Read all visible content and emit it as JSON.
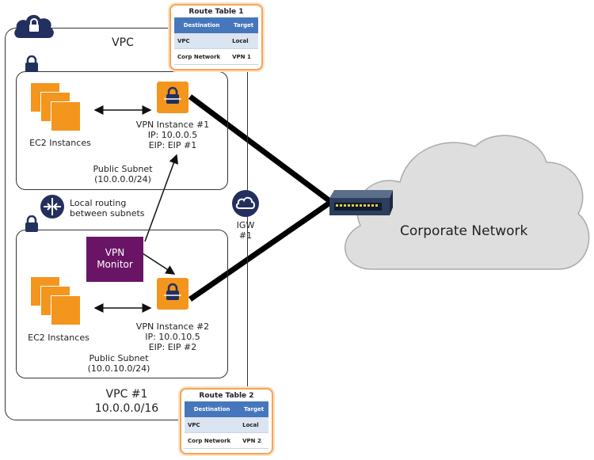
{
  "vpc": {
    "title": "VPC",
    "name_line": "VPC #1",
    "cidr_line": "10.0.0.0/16"
  },
  "subnet_top": {
    "label_line1": "Public Subnet",
    "label_line2": "(10.0.0.0/24)",
    "ec2_label": "EC2 Instances",
    "vpn_line1": "VPN Instance #1",
    "vpn_line2": "IP: 10.0.0.5",
    "vpn_line3": "EIP: EIP #1"
  },
  "subnet_bottom": {
    "label_line1": "Public Subnet",
    "label_line2": "(10.0.10.0/24)",
    "ec2_label": "EC2 Instances",
    "vpn_line1": "VPN Instance #2",
    "vpn_line2": "IP: 10.0.10.5",
    "vpn_line3": "EIP: EIP #2"
  },
  "routing": {
    "line1": "Local routing",
    "line2": "between subnets"
  },
  "igw": {
    "line1": "IGW",
    "line2": "#1"
  },
  "monitor": {
    "line1": "VPN",
    "line2": "Monitor"
  },
  "corporate": {
    "label": "Corporate Network"
  },
  "route_table_1": {
    "title": "Route Table 1",
    "headers": [
      "Destination",
      "Target"
    ],
    "rows": [
      [
        "VPC",
        "Local"
      ],
      [
        "Corp Network",
        "VPN 1"
      ]
    ]
  },
  "route_table_2": {
    "title": "Route Table 2",
    "headers": [
      "Destination",
      "Target"
    ],
    "rows": [
      [
        "VPC",
        "Local"
      ],
      [
        "Corp Network",
        "VPN 2"
      ]
    ]
  },
  "colors": {
    "aws_orange": "#f4951d",
    "aws_navy": "#232f5e",
    "monitor_purple": "#6a1466",
    "table_header": "#4677bd",
    "cloud_gray": "#dedede"
  },
  "icons": [
    "cloud-lock-icon",
    "lock-icon",
    "ec2-stack-icon",
    "vpn-instance-icon",
    "router-icon",
    "igw-cloud-icon",
    "routing-arrows-icon",
    "corporate-cloud-icon"
  ]
}
